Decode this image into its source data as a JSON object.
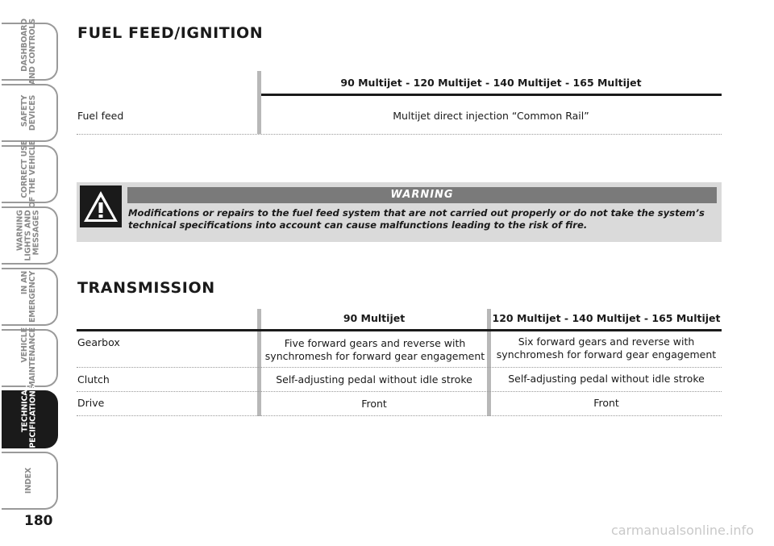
{
  "sidebar": {
    "tabs": [
      {
        "label": "DASHBOARD\nAND CONTROLS",
        "active": false
      },
      {
        "label": "SAFETY\nDEVICES",
        "active": false
      },
      {
        "label": "CORRECT USE\nOF THE VEHICLE",
        "active": false
      },
      {
        "label": "WARNING\nLIGHTS AND\nMESSAGES",
        "active": false
      },
      {
        "label": "IN AN\nEMERGENCY",
        "active": false
      },
      {
        "label": "VEHICLE\nMAINTENANCE",
        "active": false
      },
      {
        "label": "TECHNICAL\nSPECIFICATIONS",
        "active": true
      },
      {
        "label": "INDEX",
        "active": false
      }
    ]
  },
  "page_number": "180",
  "fuel": {
    "title": "FUEL FEED/IGNITION",
    "col_header": "90 Multijet - 120 Multijet - 140 Multijet - 165 Multijet",
    "row_label": "Fuel feed",
    "row_value": "Multijet direct injection “Common Rail”"
  },
  "warning": {
    "title": "WARNING",
    "text": "Modifications or repairs to the fuel feed system that are not carried out properly or do not take the system’s technical specifications into account can cause malfunctions leading to the risk of fire."
  },
  "transmission": {
    "title": "TRANSMISSION",
    "col1_header": "90 Multijet",
    "col2_header": "120 Multijet - 140 Multijet - 165 Multijet",
    "rows": [
      {
        "label": "Gearbox",
        "v1": "Five forward gears and reverse with synchromesh for forward gear engagement",
        "v2": "Six forward gears and reverse with synchromesh for forward gear engagement"
      },
      {
        "label": "Clutch",
        "v1": "Self-adjusting pedal without idle stroke",
        "v2": "Self-adjusting pedal without idle stroke"
      },
      {
        "label": "Drive",
        "v1": "Front",
        "v2": "Front"
      }
    ]
  },
  "watermark": "carmanualsonline.info"
}
